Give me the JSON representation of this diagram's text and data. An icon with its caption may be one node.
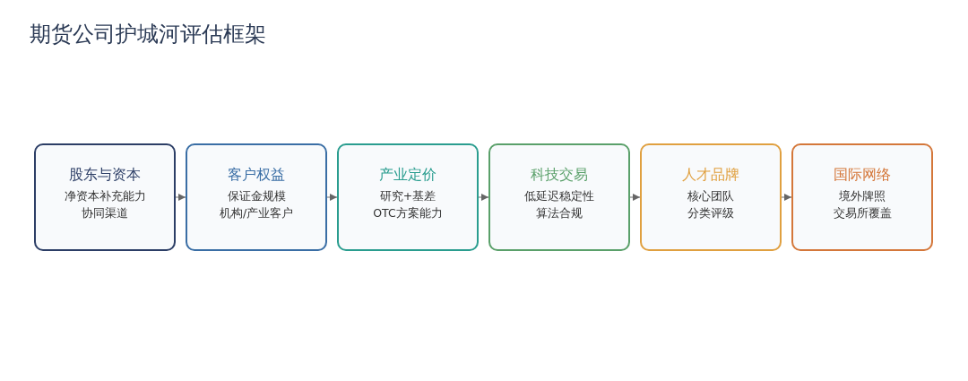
{
  "diagram": {
    "title": "期货公司护城河评估框架",
    "nodes": [
      {
        "text": [
          "股东与资本",
          "净资本补充能力",
          "协同渠道"
        ]
      },
      {
        "text": [
          "客户权益",
          "保证金规模",
          "机构/产业客户"
        ]
      },
      {
        "text": [
          "产业定价",
          "研究+基差",
          "OTC方案能力"
        ]
      },
      {
        "text": [
          "科技交易",
          "低延迟稳定性",
          "算法合规"
        ]
      },
      {
        "text": [
          "人才品牌",
          "核心团队",
          "分类评级"
        ]
      },
      {
        "text": [
          "国际网络",
          "境外牌照",
          "交易所覆盖"
        ]
      }
    ],
    "edges": [
      {
        "from": 0,
        "to": 1,
        "arrow": "to"
      },
      {
        "from": 1,
        "to": 2,
        "arrow": "to"
      },
      {
        "from": 2,
        "to": 3,
        "arrow": "to"
      },
      {
        "from": 3,
        "to": 4,
        "arrow": "to"
      },
      {
        "from": 4,
        "to": 5,
        "arrow": "to"
      }
    ]
  }
}
